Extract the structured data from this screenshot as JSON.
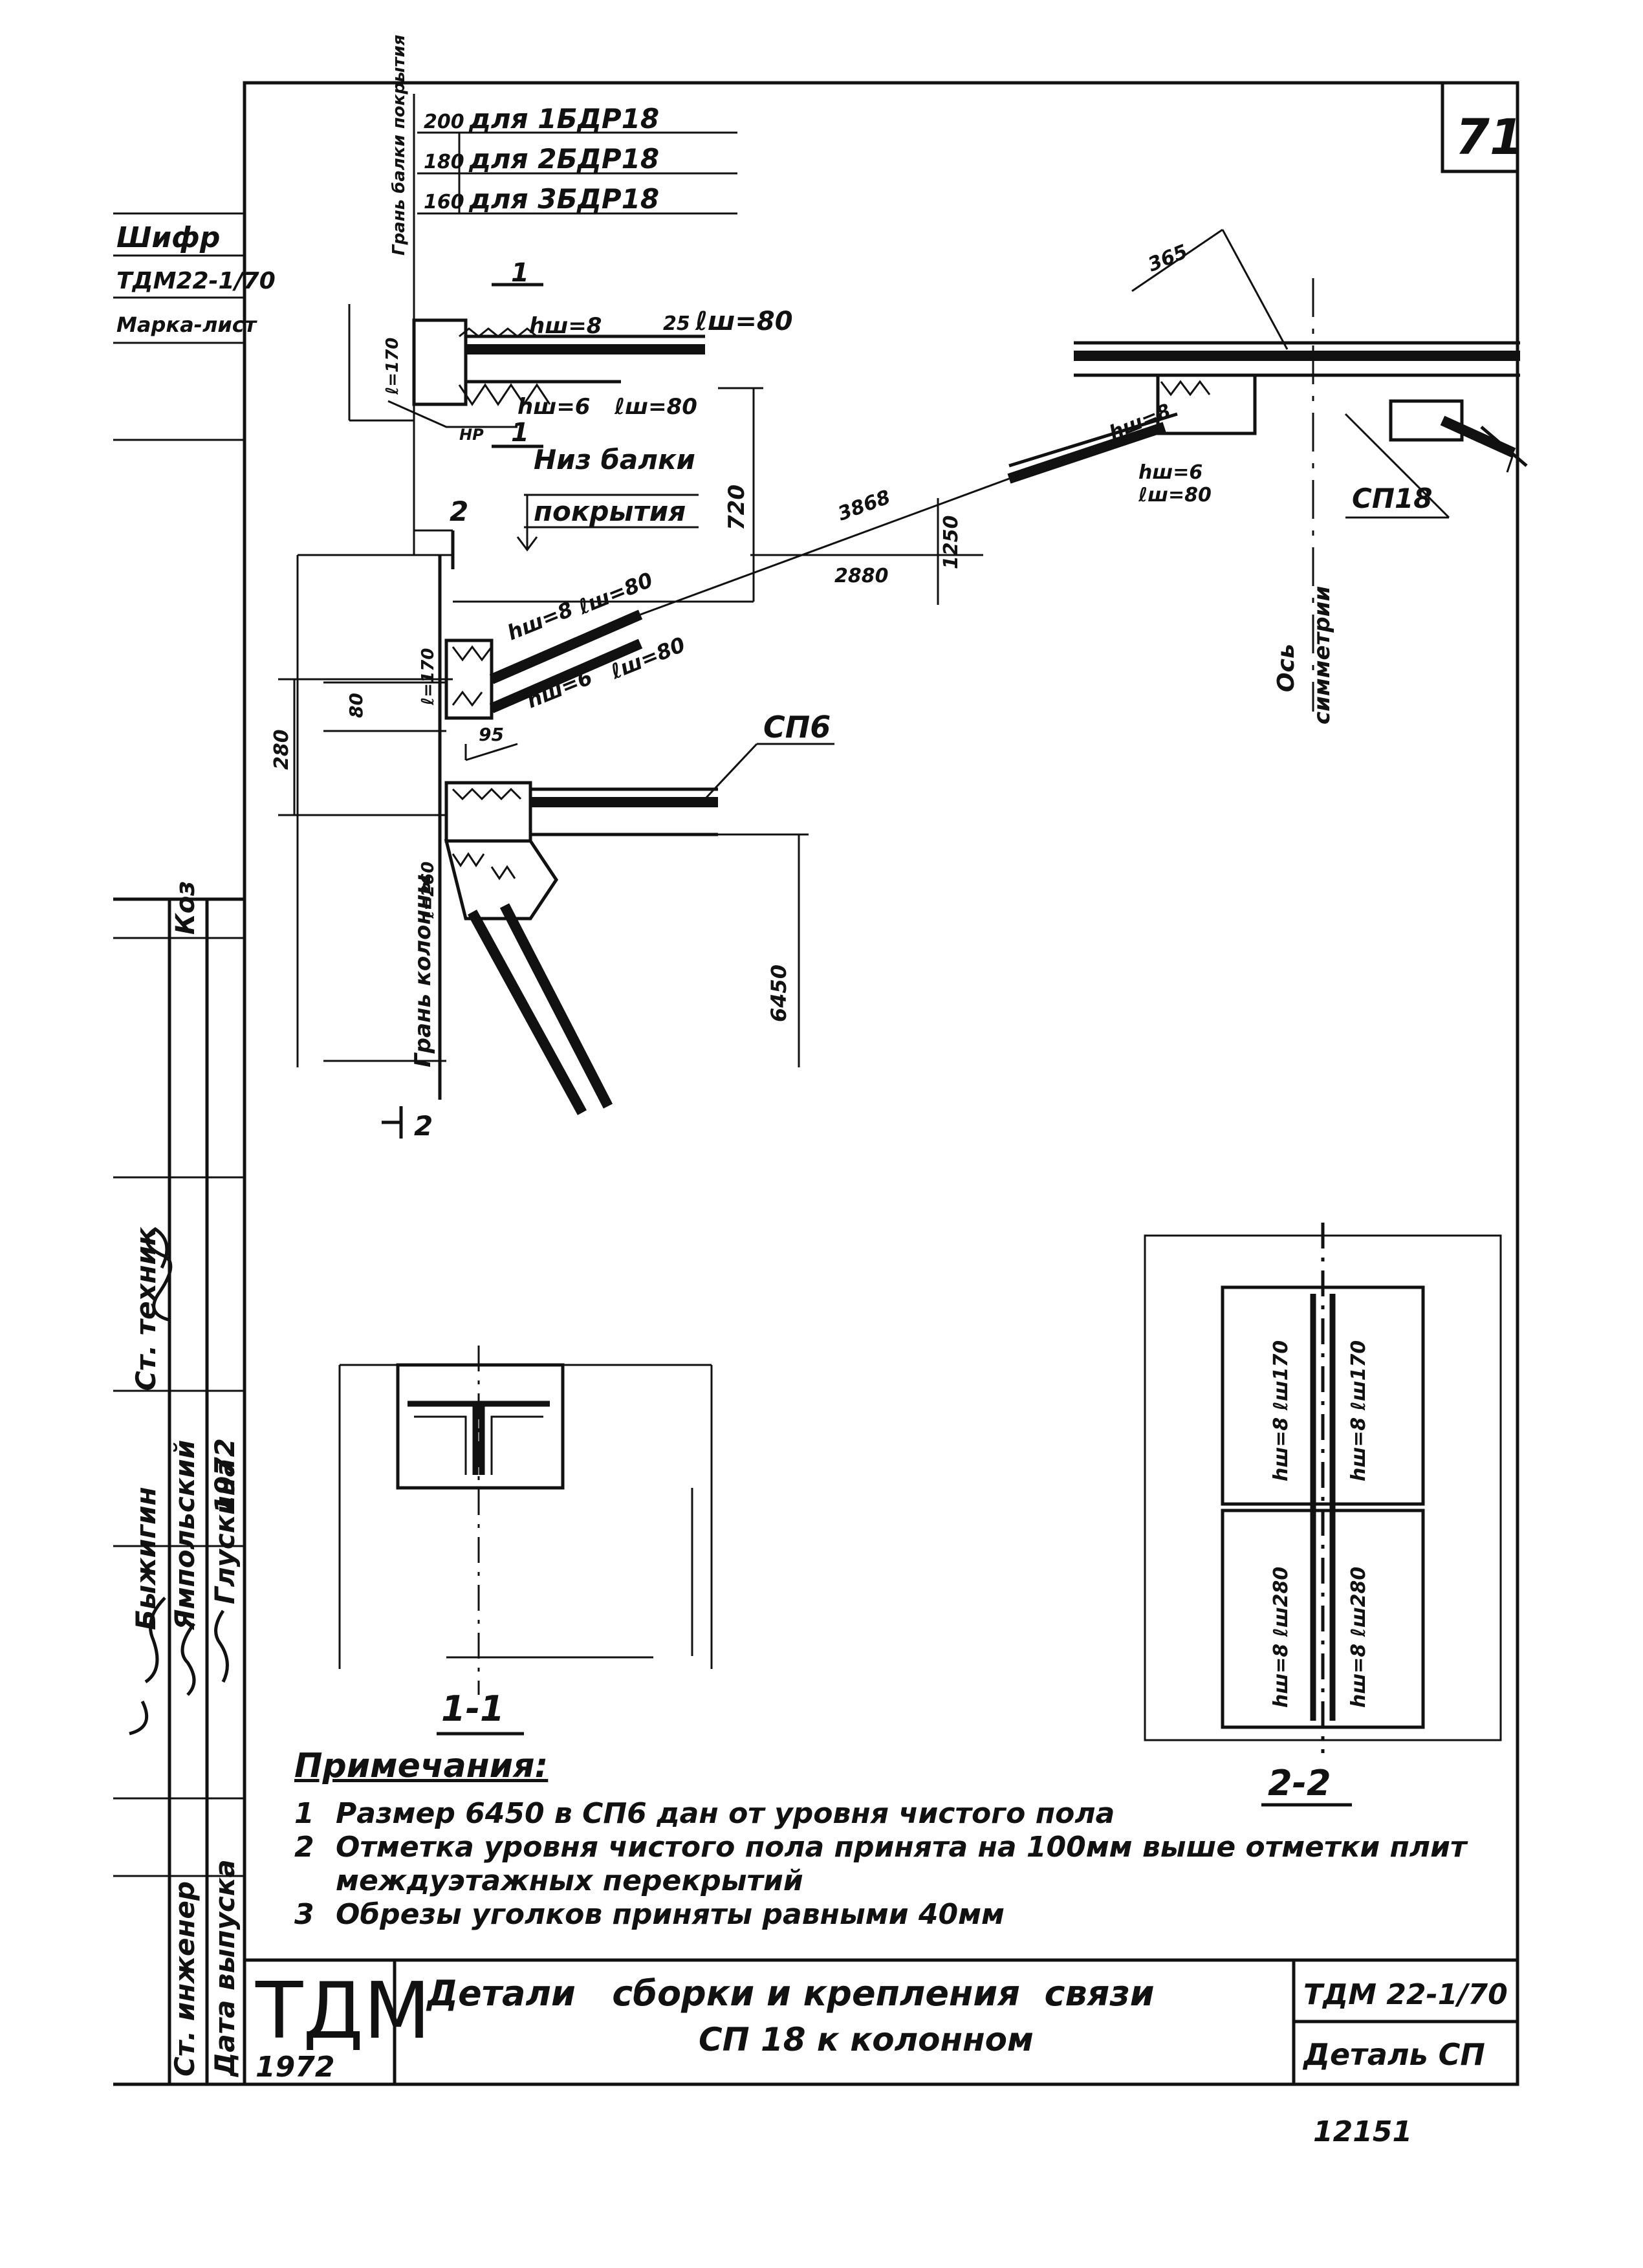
{
  "sheet": {
    "sheet_number": "71",
    "stamp_number": "12151",
    "code": "ТДМ 22-1/70",
    "detail_label": "Деталь СП",
    "title_line1": "Детали   сборки и крепления  связи",
    "title_line2": "СП 18  к колонном",
    "logo": "ТДМ",
    "logo_year": "1972"
  },
  "side_labels": {
    "cipher_label": "Шифр",
    "cipher_value": "ТДМ22-1/70",
    "mark_label": "Марка-лист"
  },
  "signatures": {
    "roles": [
      "Ст. инженер",
      "Ст. техник"
    ],
    "names": [
      "Быжигин",
      "Ямпольский",
      "Глускина"
    ],
    "release_label": "Дата выпуска",
    "release_year": "1972",
    "check_label": "Коз"
  },
  "beam_table": [
    {
      "value": "200",
      "text": "для 1БДР18"
    },
    {
      "value": "180",
      "text": "для 2БДР18"
    },
    {
      "value": "160",
      "text": "для 3БДР18"
    }
  ],
  "labels": {
    "beam_edge": "Грань балки покрытия",
    "beam_bottom_1": "Низ балки",
    "beam_bottom_2": "покрытия",
    "column_face": "Грань колонны",
    "symmetry_axis_1": "Ось",
    "symmetry_axis_2": "симметрии",
    "sp6": "СП6",
    "sp18": "СП18",
    "section_1": "1",
    "section_2": "2"
  },
  "dimensions": {
    "d365": "365",
    "d3868": "3868",
    "d2880": "2880",
    "d1250": "1250",
    "d720": "720",
    "d280": "280",
    "d6450": "6450",
    "d25": "25",
    "d80": "80",
    "d95": "95"
  },
  "welds": {
    "w1": "hш=8",
    "w2": "ℓш=80",
    "w3": "hш=6",
    "w4": "ℓш=80",
    "w5": "hш=6",
    "w6": "ℓш=80",
    "plate_a": "ℓ=170",
    "plate_b": "ℓ=170",
    "plate_c": "ℓ=260",
    "plate_d": "НР"
  },
  "section_views": {
    "s11_title": "1-1",
    "s22_title": "2-2",
    "s22_weld_top_1": "hш=8 ℓш170",
    "s22_weld_top_2": "hш=8 ℓш170",
    "s22_weld_bot_1": "hш=8 ℓш280",
    "s22_weld_bot_2": "hш=8 ℓш280"
  },
  "notes": {
    "heading": "Примечания:",
    "items": [
      {
        "num": "1",
        "text": "Размер 6450 в СП6 дан  от уровня чистого пола"
      },
      {
        "num": "2",
        "text": "Отметка уровня чистого пола принята на 100мм выше отметки плит междуэтажных перекрытий"
      },
      {
        "num": "3",
        "text": "Обрезы уголков приняты равными 40мм"
      }
    ]
  }
}
